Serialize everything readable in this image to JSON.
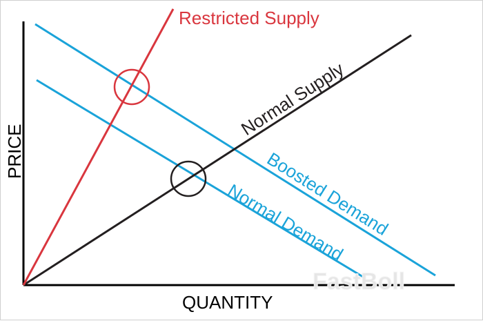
{
  "axes": {
    "x_label": "QUANTITY",
    "y_label": "PRICE"
  },
  "curves": {
    "restricted_supply": {
      "label": "Restricted Supply",
      "color": "#d9363e"
    },
    "normal_supply": {
      "label": "Normal Supply",
      "color": "#231f20"
    },
    "boosted_demand": {
      "label": "Boosted Demand",
      "color": "#1aa3d9"
    },
    "normal_demand": {
      "label": "Normal Demand",
      "color": "#1aa3d9"
    }
  },
  "watermark": "FastBoll",
  "colors": {
    "axis": "#000000",
    "background": "#ffffff",
    "equilibrium_marker_restricted": "#d9363e",
    "equilibrium_marker_normal": "#231f20"
  }
}
